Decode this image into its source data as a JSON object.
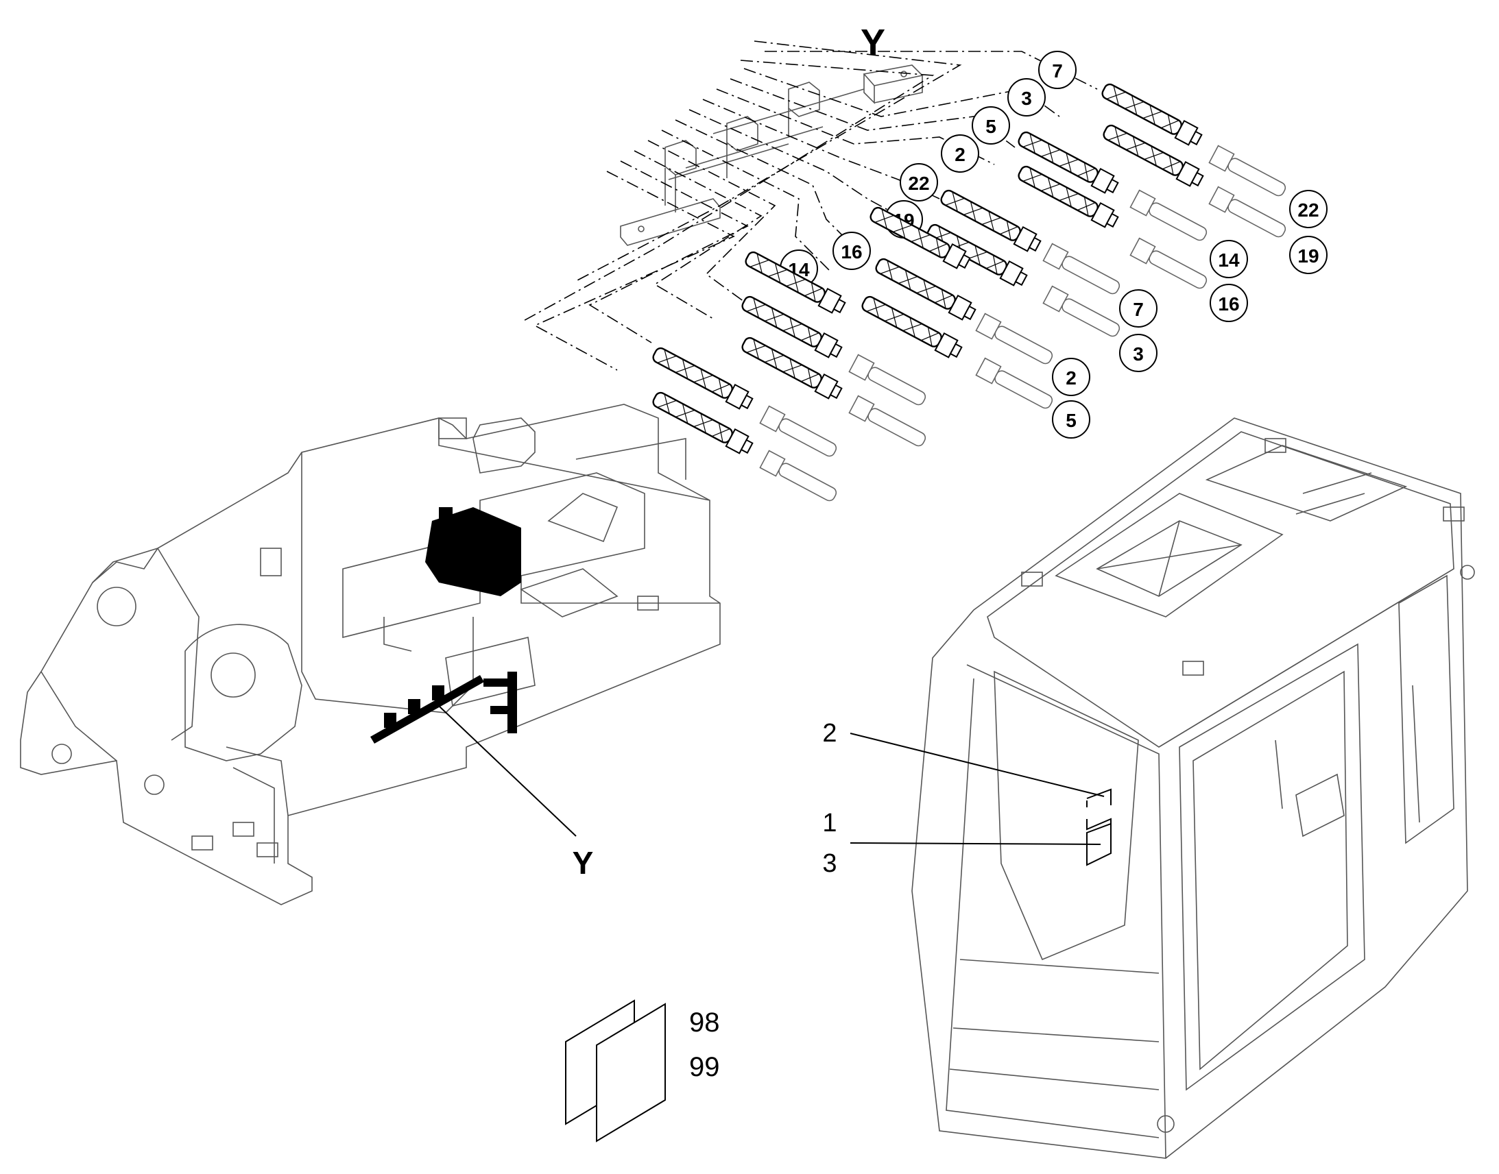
{
  "view_label_top": "Y",
  "view_label_chassis": "Y",
  "hose_callouts_left": [
    "7",
    "3",
    "5",
    "2",
    "22",
    "19",
    "16",
    "14"
  ],
  "fitting_callouts_right": [
    "22",
    "19",
    "14",
    "16",
    "7",
    "3",
    "2",
    "5"
  ],
  "cab_labels": [
    "2",
    "1",
    "3"
  ],
  "document_labels": [
    "98",
    "99"
  ]
}
